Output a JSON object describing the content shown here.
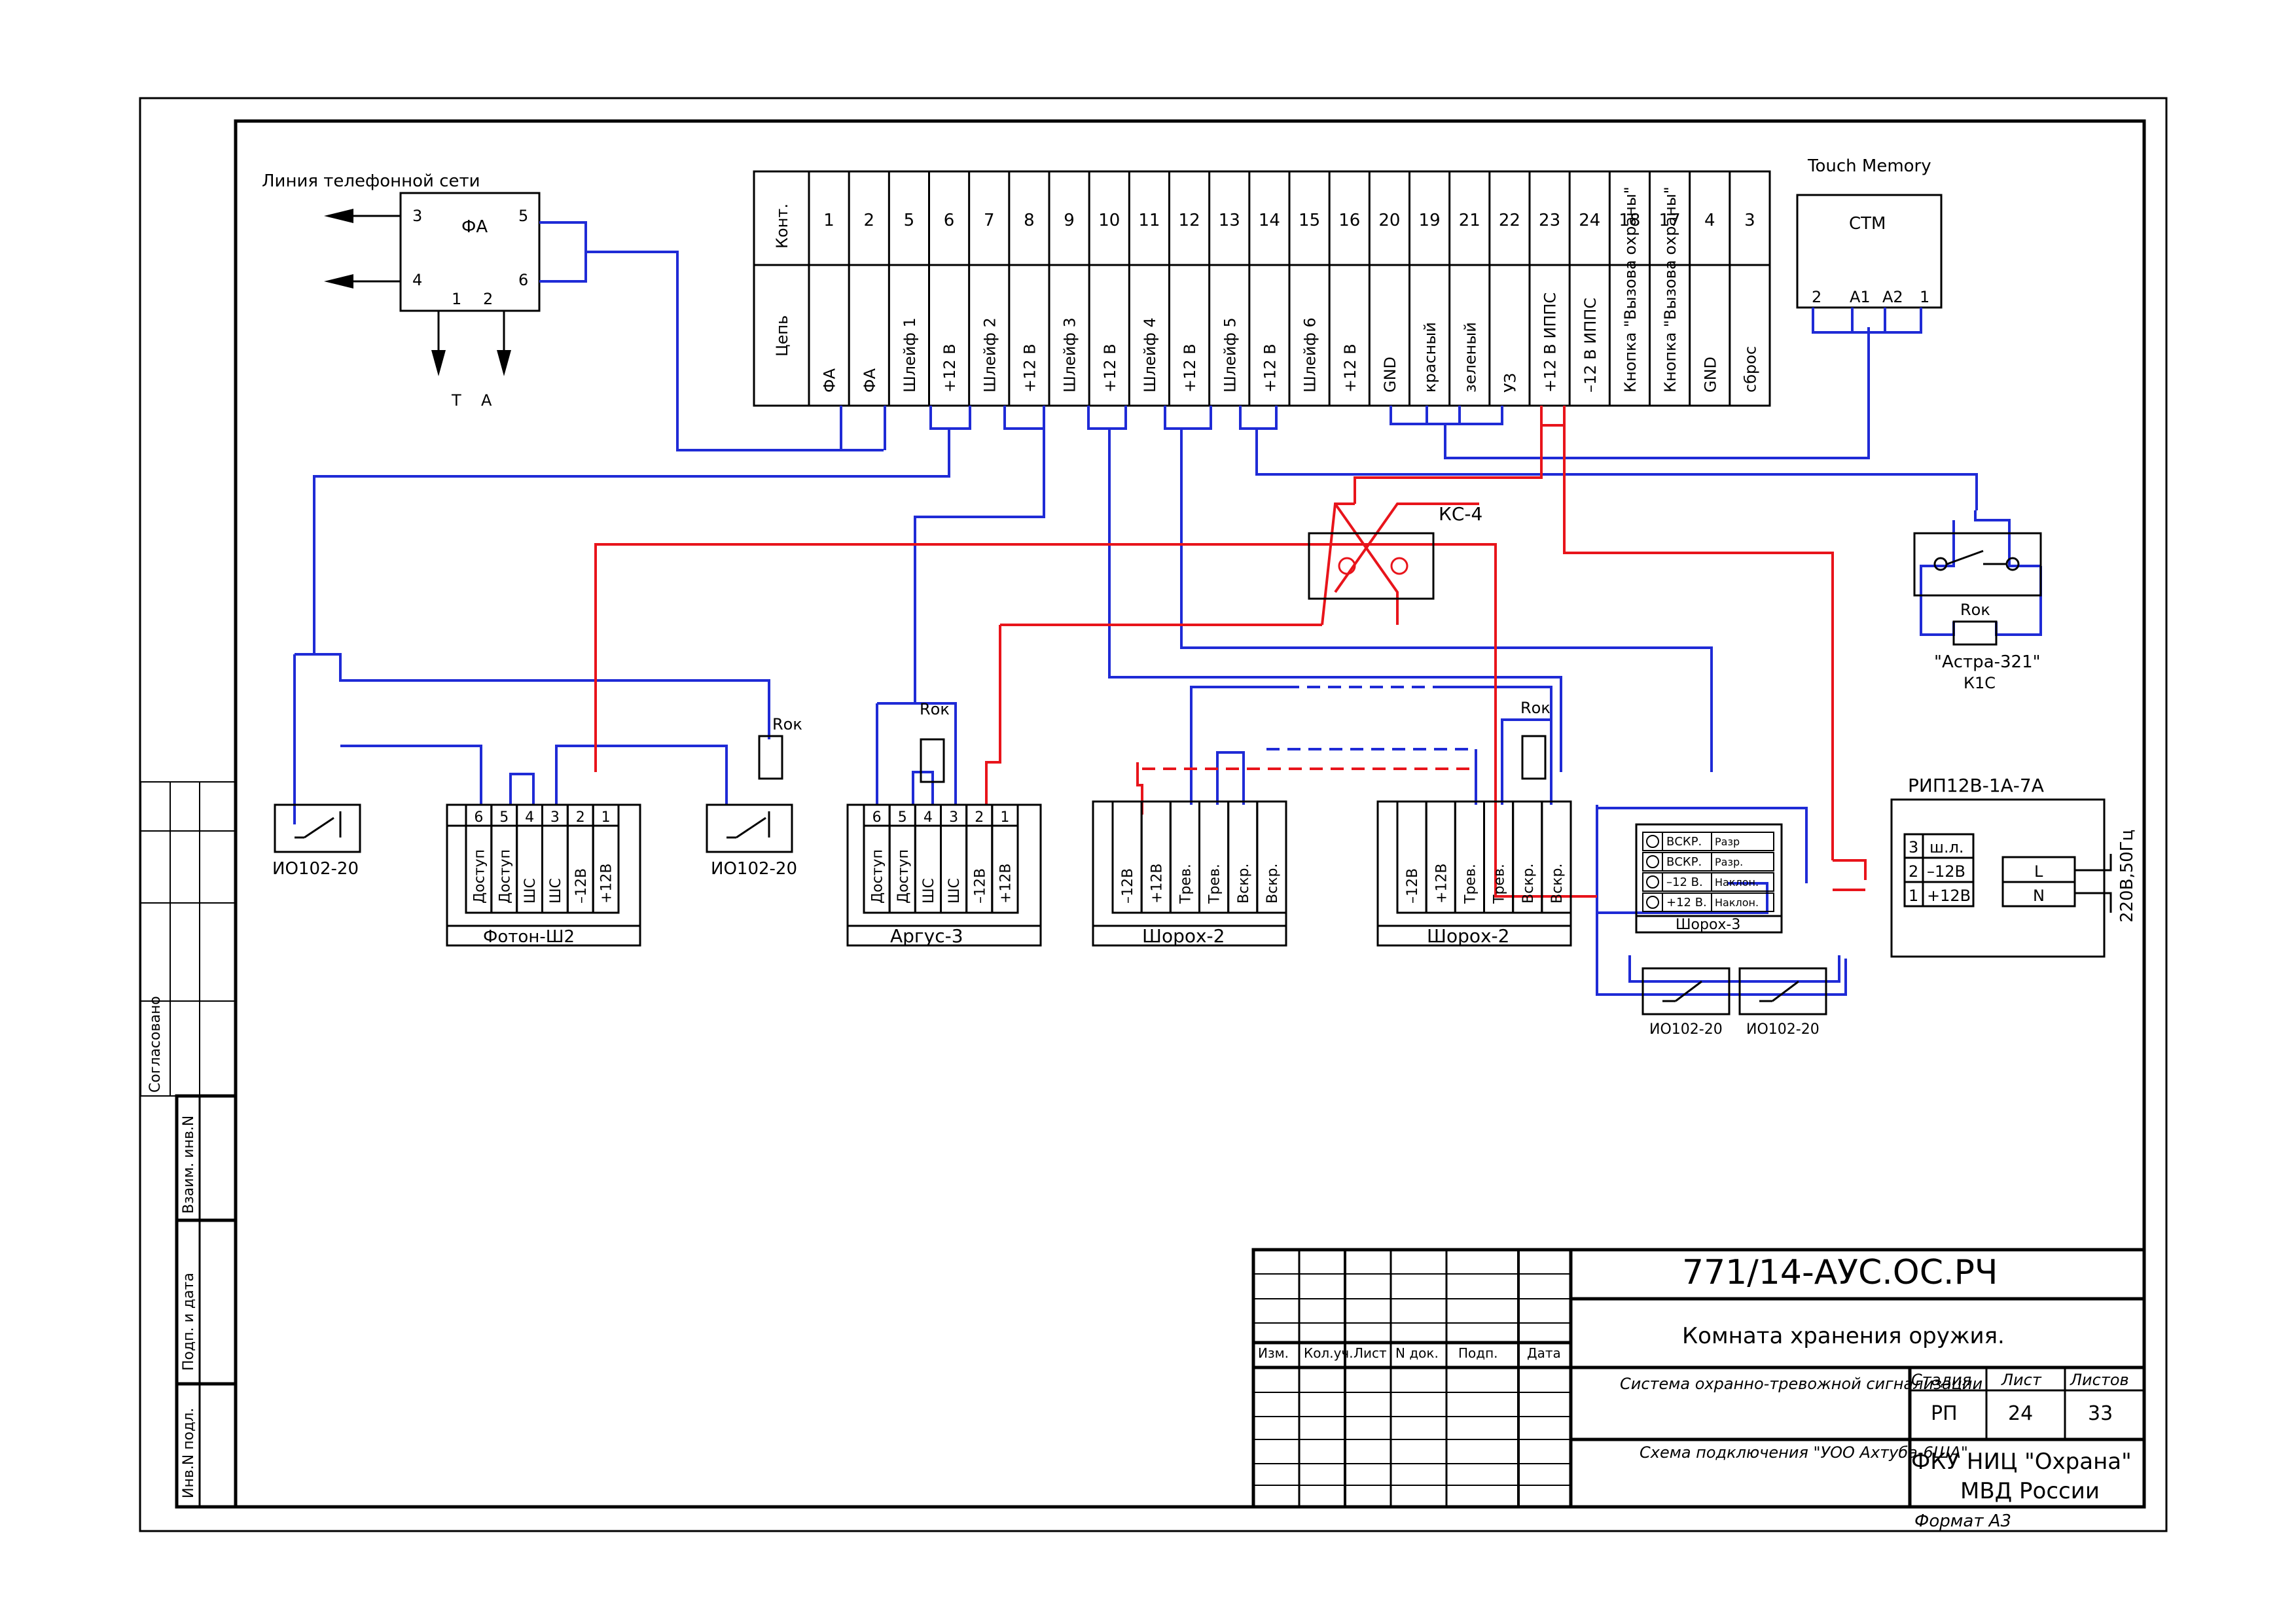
{
  "colors": {
    "blue_wire": "#1f2bd6",
    "red_wire": "#e8141b",
    "line": "#000000",
    "paper": "#ffffff"
  },
  "phone": {
    "title": "Линия телефонной сети",
    "box_label": "ФА",
    "pins": [
      "3",
      "4",
      "5",
      "6",
      "1",
      "2"
    ],
    "outputs": [
      "Т",
      "А"
    ]
  },
  "terminal_table": {
    "header_cont": "Конт.",
    "header_chain": "Цепь",
    "columns": [
      {
        "num": "1",
        "name": "ФА"
      },
      {
        "num": "2",
        "name": "ФА"
      },
      {
        "num": "5",
        "name": "Шлейф 1"
      },
      {
        "num": "6",
        "name": "+12 В"
      },
      {
        "num": "7",
        "name": "Шлейф 2"
      },
      {
        "num": "8",
        "name": "+12 В"
      },
      {
        "num": "9",
        "name": "Шлейф 3"
      },
      {
        "num": "10",
        "name": "+12 В"
      },
      {
        "num": "11",
        "name": "Шлейф 4"
      },
      {
        "num": "12",
        "name": "+12 В"
      },
      {
        "num": "13",
        "name": "Шлейф 5"
      },
      {
        "num": "14",
        "name": "+12 В"
      },
      {
        "num": "15",
        "name": "Шлейф 6"
      },
      {
        "num": "16",
        "name": "+12 В"
      },
      {
        "num": "20",
        "name": "GND"
      },
      {
        "num": "19",
        "name": "красный"
      },
      {
        "num": "21",
        "name": "зеленый"
      },
      {
        "num": "22",
        "name": "УЗ"
      },
      {
        "num": "23",
        "name": "+12 В ИППС"
      },
      {
        "num": "24",
        "name": "–12 В ИППС"
      },
      {
        "num": "18",
        "name": "Кнопка \"Вызова охраны\""
      },
      {
        "num": "17",
        "name": "Кнопка \"Вызова охраны\""
      },
      {
        "num": "4",
        "name": "GND"
      },
      {
        "num": "3",
        "name": "сброс"
      }
    ]
  },
  "touch_memory": {
    "title": "Touch Memory",
    "box_label": "СТМ",
    "pins": [
      "2",
      "A1",
      "A2",
      "1"
    ]
  },
  "ks4": {
    "label": "КС-4"
  },
  "astra": {
    "resistor": "Rок",
    "name": "\"Астра-321\"",
    "sub": "К1С"
  },
  "rip": {
    "title": "РИП12В-1А-7А",
    "rows": [
      {
        "n": "3",
        "t": "ш.л."
      },
      {
        "n": "2",
        "t": "–12В"
      },
      {
        "n": "1",
        "t": "+12В"
      }
    ],
    "phases": [
      "L",
      "N"
    ],
    "supply": "220В,50Гц"
  },
  "detectors": {
    "io_label": "ИО102-20",
    "resistor": "Rок",
    "foton": {
      "name": "Фотон-Ш2",
      "nums": [
        "6",
        "5",
        "4",
        "3",
        "2",
        "1"
      ],
      "labels": [
        "Доступ",
        "Доступ",
        "ШС",
        "ШС",
        "–12В",
        "+12В"
      ]
    },
    "argus": {
      "name": "Аргус-3",
      "nums": [
        "6",
        "5",
        "4",
        "3",
        "2",
        "1"
      ],
      "labels": [
        "Доступ",
        "Доступ",
        "ШС",
        "ШС",
        "–12В",
        "+12В"
      ]
    },
    "shoroh2": {
      "name": "Шорох-2",
      "labels": [
        "–12В",
        "+12В",
        "Трев.",
        "Трев.",
        "Вскр.",
        "Вскр."
      ]
    },
    "shoroh3": {
      "name": "Шорох-3",
      "rows": [
        [
          "ВСКР.",
          "Разр"
        ],
        [
          "ВСКР.",
          "Разр."
        ],
        [
          "–12 В.",
          "Наклон."
        ],
        [
          "+12 В.",
          "Наклон."
        ]
      ]
    }
  },
  "side_stamp": {
    "agreed": "Согласовано",
    "cells": [
      "Взаим. инв.N",
      "Подп. и дата",
      "Инв.N подл."
    ]
  },
  "title_block": {
    "doc_code": "771/14-АУС.ОС.РЧ",
    "title": "Комната хранения оружия.",
    "system": "Система охранно-тревожной сигнализации",
    "scheme": "Схема подключения \"УОО Ахтуба-6ША\"",
    "rev_headers": [
      "Изм.",
      "Кол.уч.",
      "Лист",
      "N док.",
      "Подп.",
      "Дата"
    ],
    "stage_h": "Стадия",
    "sheet_h": "Лист",
    "sheets_h": "Листов",
    "stage": "РП",
    "sheet": "24",
    "sheets": "33",
    "org1": "ФКУ НИЦ \"Охрана\"",
    "org2": "МВД России",
    "format": "Формат А3"
  }
}
